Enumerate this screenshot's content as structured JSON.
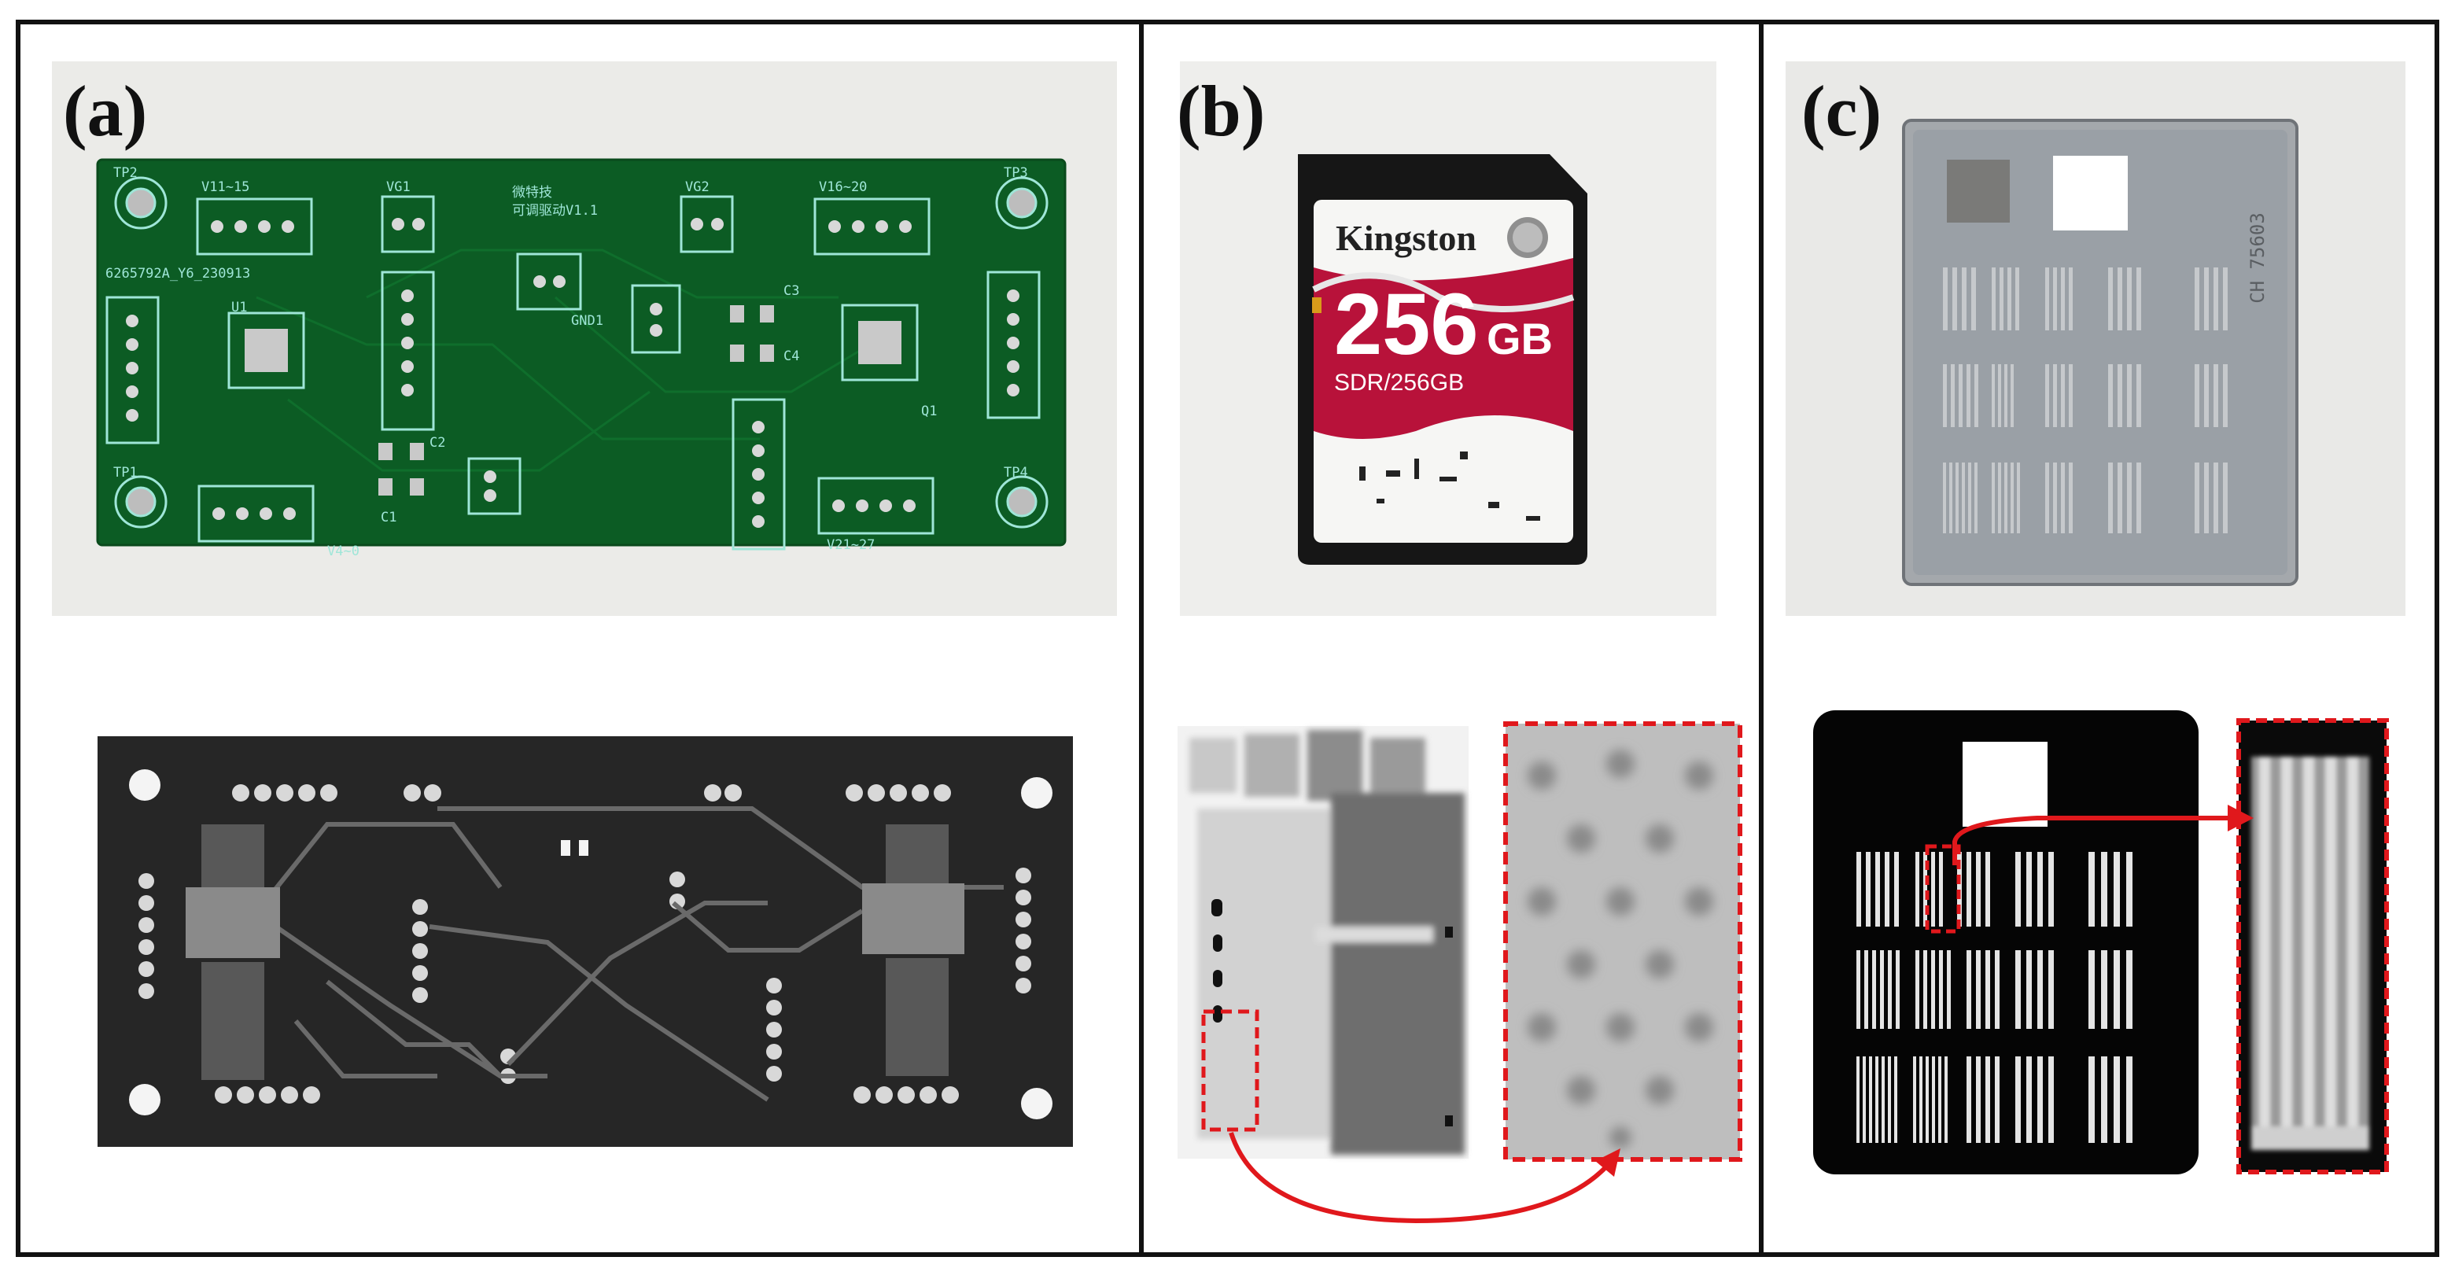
{
  "panels": {
    "a": {
      "label": "(a)"
    },
    "b": {
      "label": "(b)"
    },
    "c": {
      "label": "(c)"
    }
  },
  "pcb": {
    "board_id": "6265792A_Y6_230913",
    "title_line1": "微特技",
    "title_line2": "可调驱动V1.1",
    "silk": {
      "tp2": "TP2",
      "tp3": "TP3",
      "tp1": "TP1",
      "tp4": "TP4",
      "v11_15": "V11~15",
      "vg1": "VG1",
      "vg2": "VG2",
      "v16_20": "V16~20",
      "v1_4": "V4~0",
      "v21_27": "V21~27",
      "gnd1": "GND1",
      "c1": "C1",
      "c2": "C2",
      "c3": "C3",
      "c4": "C4",
      "u1": "U1",
      "q1": "Q1"
    }
  },
  "sd": {
    "brand": "Kingston",
    "capacity_num": "256",
    "capacity_unit": "GB",
    "model": "SDR/256GB"
  },
  "target": {
    "code": "CH 75603"
  },
  "colors": {
    "pcb_green": "#0b5a22",
    "annotation_red": "#e0181c",
    "sd_red": "#b8123a"
  }
}
